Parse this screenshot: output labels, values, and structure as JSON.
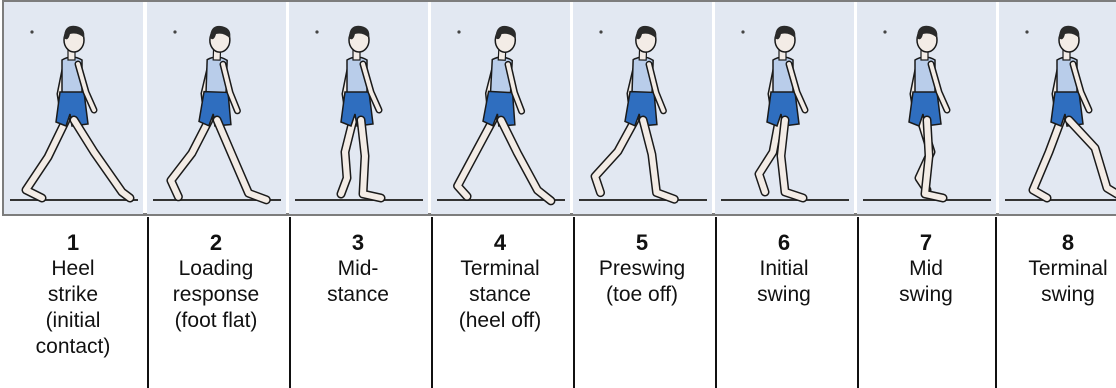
{
  "phases": [
    {
      "number": "1",
      "label": "Heel\nstrike\n(initial\ncontact)",
      "pose": "heel-strike"
    },
    {
      "number": "2",
      "label": "Loading\nresponse\n(foot flat)",
      "pose": "loading-response"
    },
    {
      "number": "3",
      "label": "Mid-\nstance",
      "pose": "mid-stance"
    },
    {
      "number": "4",
      "label": "Terminal\nstance\n(heel off)",
      "pose": "terminal-stance"
    },
    {
      "number": "5",
      "label": "Preswing\n(toe off)",
      "pose": "preswing"
    },
    {
      "number": "6",
      "label": "Initial\nswing",
      "pose": "initial-swing"
    },
    {
      "number": "7",
      "label": "Mid\nswing",
      "pose": "mid-swing"
    },
    {
      "number": "8",
      "label": "Terminal\nswing",
      "pose": "terminal-swing"
    }
  ],
  "colors": {
    "panel_background": "#e2e8f2",
    "shorts": "#2f6ebf",
    "shirt": "#b9cdea",
    "skin": "#f3ece6",
    "outline": "#1a1a1a"
  }
}
